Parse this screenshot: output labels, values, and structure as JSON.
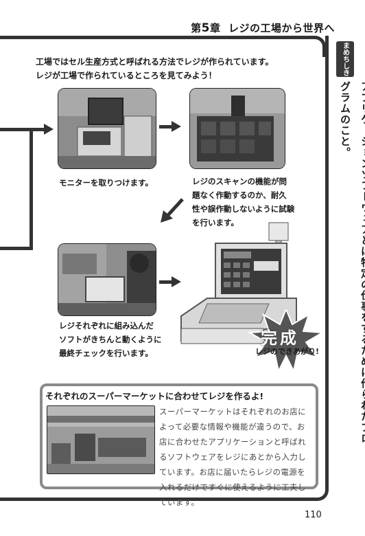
{
  "header": {
    "chapter_prefix": "第",
    "chapter_number": "5",
    "chapter_suffix": "章",
    "chapter_title": "レジの工場から世界へ"
  },
  "sidebar": {
    "badge": "まめちしき",
    "text": "アプリケーションソフトウェアとは特定の仕事をするために作られたプログラムのこと。"
  },
  "intro": {
    "line1": "工場ではセル生産方式と呼ばれる方法でレジが作られています。",
    "line2": "レジが工場で作られているところを見てみよう！"
  },
  "steps": {
    "step1": "モニターを取りつけます。",
    "step2_l1": "レジのスキャンの機能が問",
    "step2_l2": "題なく作動するのか、耐久",
    "step2_l3": "性や誤作動しないように試験",
    "step2_l4": "を行います。",
    "step3_l1": "レジそれぞれに組み込んだ",
    "step3_l2": "ソフトがきちんと動くように",
    "step3_l3": "最終チェックを行います。"
  },
  "complete": {
    "label": "完成",
    "sub": "レジのできあがり!"
  },
  "infobox": {
    "title": "それぞれのスーパーマーケットに合わせてレジを作るよ!",
    "text": "スーパーマーケットはそれぞれのお店によって必要な情報や機能が違うので、お店に合わせたアプリケーションと呼ばれるソフトウェアをレジにあとから入力しています。お店に届いたらレジの電源を入れるだけですぐに使えるように工夫しています。"
  },
  "page_number": "110",
  "colors": {
    "frame": "#333333",
    "photo_gray": "#7a7a7a",
    "infobox_border": "#8a8a8a"
  }
}
